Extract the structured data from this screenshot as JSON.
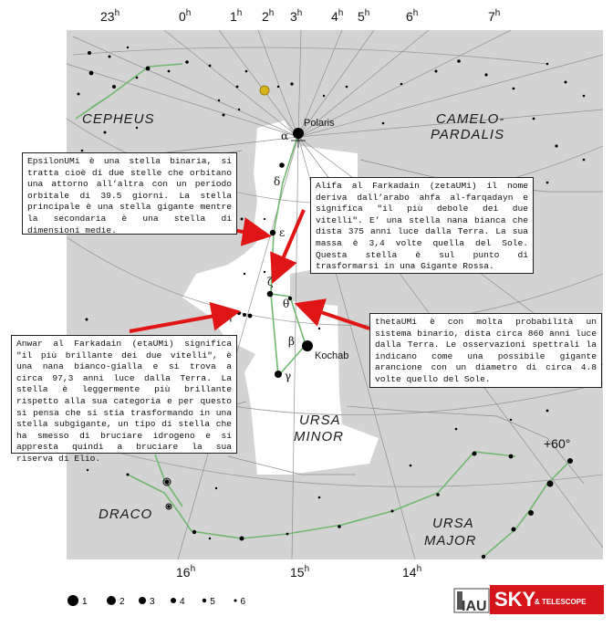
{
  "ra_labels": [
    {
      "id": "23h",
      "label": "23h"
    },
    {
      "id": "0h",
      "label": "0h"
    },
    {
      "id": "1h",
      "label": "1h"
    },
    {
      "id": "2h",
      "label": "2h"
    },
    {
      "id": "3h",
      "label": "3h"
    },
    {
      "id": "4h",
      "label": "4h"
    },
    {
      "id": "5h",
      "label": "5h"
    },
    {
      "id": "6h",
      "label": "6h"
    },
    {
      "id": "7h",
      "label": "7h"
    },
    {
      "id": "16h",
      "label": "16h"
    },
    {
      "id": "15h",
      "label": "15h"
    },
    {
      "id": "14h",
      "label": "14h"
    }
  ],
  "dec_label": "+60°",
  "constellations": {
    "cepheus": "CEPHEUS",
    "camelopardalis_1": "CAMELO-",
    "camelopardalis_2": "PARDALIS",
    "ursa_minor_1": "URSA",
    "ursa_minor_2": "MINOR",
    "draco": "DRACO",
    "ursa_major_1": "URSA",
    "ursa_major_2": "MAJOR"
  },
  "stars": {
    "alpha": "α",
    "delta": "δ",
    "epsilon": "ε",
    "zeta": "ζ",
    "theta": "θ",
    "eta": "η",
    "beta": "β",
    "gamma": "γ"
  },
  "star_names": {
    "polaris": "Polaris",
    "kochab": "Kochab"
  },
  "legend": [
    "1",
    "2",
    "3",
    "4",
    "5",
    "6"
  ],
  "logos": {
    "iau": "IAU",
    "sky": "SKY",
    "tagline": "& TELESCOPE"
  },
  "annotations": {
    "epsilon": "EpsilonUMi è una stella binaria, si tratta cioè di due stelle che orbitano una attorno all’altra con un periodo orbitale di 39.5 giorni. La stella principale è una stella gigante mentre la secondaria è una stella di dimensioni medie.",
    "zeta": "Alifa al Farkadain (zetaUMi) il nome deriva dall’arabo ahfa al-farqadayn e significa \"il più debole dei due vitelli\". E’ una stella nana bianca che dista 375 anni luce dalla Terra. La sua massa è 3,4 volte quella del Sole. Questa stella è sul punto di trasformarsi in una Gigante Rossa.",
    "theta": "thetaUMi è con molta probabilità un sistema binario, dista circa 860 anni luce dalla Terra. Le osservazioni spettrali la indicano come una possibile gigante arancione con un diametro di circa 4.8 volte quello del Sole.",
    "eta": "Anwar al Farkadain (etaUMi) significa \"il più brillante dei due vitelli\", è una nana bianco-gialla e si trova a circa 97,3 anni luce dalla Terra. La stella è leggermente più brillante rispetto alla sua categoria e per questo si pensa che si stia trasformando in una stella subgigante, un tipo di stella che ha smesso di bruciare idrogeno e si appresta quindi a bruciare la sua riserva di Elio."
  },
  "colors": {
    "background": "#d3d3d3",
    "highlight": "#ffffff",
    "stick_figure": "#6fb86f",
    "arrow": "#e01515",
    "sky_logo": "#d6141c",
    "planet": "#d9b31a"
  }
}
